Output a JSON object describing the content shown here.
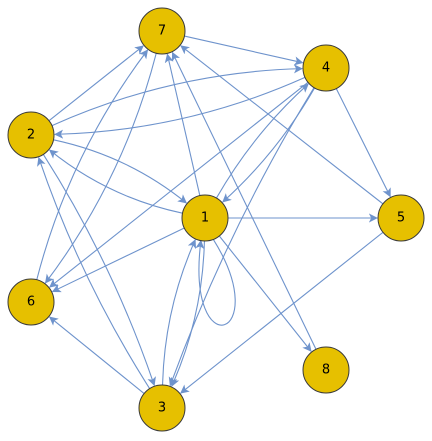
{
  "graph": {
    "node_fill": "#E6C000",
    "node_stroke": "#3A3A3A",
    "edge_color": "#6E93CC",
    "nodes": [
      {
        "id": "1",
        "label": "1"
      },
      {
        "id": "2",
        "label": "2"
      },
      {
        "id": "3",
        "label": "3"
      },
      {
        "id": "4",
        "label": "4"
      },
      {
        "id": "5",
        "label": "5"
      },
      {
        "id": "6",
        "label": "6"
      },
      {
        "id": "7",
        "label": "7"
      },
      {
        "id": "8",
        "label": "8"
      }
    ],
    "edges": [
      {
        "from": "7",
        "to": "4"
      },
      {
        "from": "2",
        "to": "7"
      },
      {
        "from": "2",
        "to": "4"
      },
      {
        "from": "4",
        "to": "2"
      },
      {
        "from": "2",
        "to": "1"
      },
      {
        "from": "1",
        "to": "2"
      },
      {
        "from": "1",
        "to": "7"
      },
      {
        "from": "1",
        "to": "4"
      },
      {
        "from": "4",
        "to": "1"
      },
      {
        "from": "1",
        "to": "5"
      },
      {
        "from": "1",
        "to": "6"
      },
      {
        "from": "1",
        "to": "3"
      },
      {
        "from": "3",
        "to": "1"
      },
      {
        "from": "1",
        "to": "8"
      },
      {
        "from": "1",
        "to": "1"
      },
      {
        "from": "4",
        "to": "5"
      },
      {
        "from": "4",
        "to": "3"
      },
      {
        "from": "5",
        "to": "7"
      },
      {
        "from": "5",
        "to": "3"
      },
      {
        "from": "6",
        "to": "7"
      },
      {
        "from": "7",
        "to": "6"
      },
      {
        "from": "4",
        "to": "6"
      },
      {
        "from": "3",
        "to": "6"
      },
      {
        "from": "3",
        "to": "2"
      },
      {
        "from": "2",
        "to": "3"
      },
      {
        "from": "8",
        "to": "7"
      }
    ]
  }
}
